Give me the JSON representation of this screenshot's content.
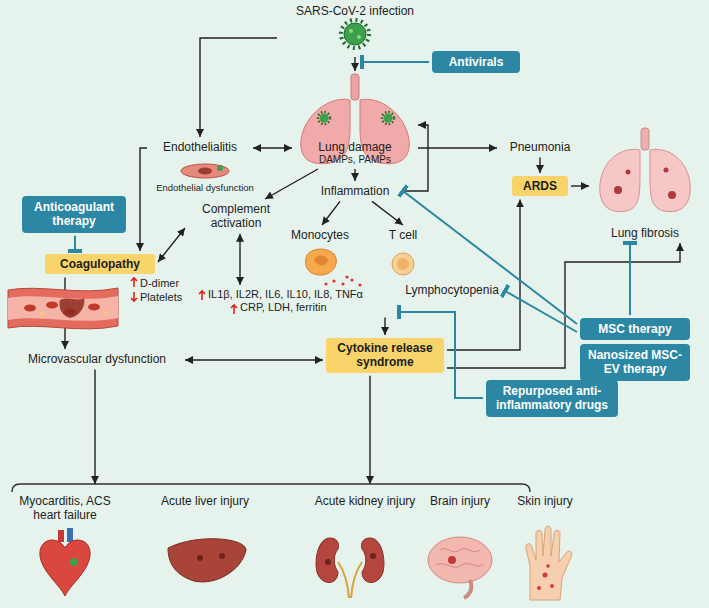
{
  "diagram": {
    "nodes": [
      {
        "text": [
          "SARS-CoV-2 infection"
        ]
      },
      {
        "text": [
          "Antivirals"
        ]
      },
      {
        "text": [
          "Lung damage",
          "DAMPs, PAMPs"
        ]
      },
      {
        "text": [
          "Endothelialitis"
        ]
      },
      {
        "text": [
          "Pneumonia"
        ]
      },
      {
        "text": [
          "ARDS"
        ]
      },
      {
        "text": [
          "Lung fibrosis"
        ]
      },
      {
        "text": [
          "Inflammation"
        ]
      },
      {
        "text": [
          "Complement activation"
        ]
      },
      {
        "text": [
          "Anticoagulant therapy"
        ]
      },
      {
        "text": [
          "Coagulopathy"
        ]
      },
      {
        "text": [
          "Monocytes"
        ]
      },
      {
        "text": [
          "T cell"
        ]
      },
      {
        "text": [
          "Lymphocytopenia"
        ]
      },
      {
        "text": [
          "IL1β, IL2R, IL6, IL10, IL8, TNFα",
          "CRP, LDH, ferritin"
        ]
      },
      {
        "text": [
          "Cytokine release syndrome"
        ]
      },
      {
        "text": [
          "Microvascular dysfunction"
        ]
      },
      {
        "text": [
          "MSC therapy"
        ]
      },
      {
        "text": [
          "Nanosized MSC-EV therapy"
        ]
      },
      {
        "text": [
          "Repurposed anti-inflammatory drugs"
        ]
      },
      {
        "text": [
          "Myocarditis, ACS heart failure"
        ]
      },
      {
        "text": [
          "Acute liver injury"
        ]
      },
      {
        "text": [
          "Acute kidney injury"
        ]
      },
      {
        "text": [
          "Brain injury"
        ]
      },
      {
        "text": [
          "Skin injury"
        ]
      }
    ],
    "edges": [
      {
        "from": 0,
        "to": 2,
        "arrow": "to"
      },
      {
        "from": 1,
        "to": 2,
        "arrow": "to"
      },
      {
        "from": 0,
        "to": 3,
        "arrow": "to"
      },
      {
        "from": 3,
        "to": 2,
        "arrow": "both"
      },
      {
        "from": 2,
        "to": 4,
        "arrow": "to"
      },
      {
        "from": 4,
        "to": 5,
        "arrow": "to"
      },
      {
        "from": 5,
        "to": 6,
        "arrow": "to"
      },
      {
        "from": 2,
        "to": 7,
        "arrow": "to"
      },
      {
        "from": 7,
        "to": 2,
        "arrow": "to"
      },
      {
        "from": 2,
        "to": 8,
        "arrow": "to"
      },
      {
        "from": 3,
        "to": 10,
        "arrow": "to"
      },
      {
        "from": 9,
        "to": 10,
        "arrow": "to"
      },
      {
        "from": 10,
        "to": 8,
        "arrow": "both"
      },
      {
        "from": 7,
        "to": 11,
        "arrow": "to"
      },
      {
        "from": 7,
        "to": 12,
        "arrow": "to"
      },
      {
        "from": 8,
        "to": 14,
        "arrow": "both"
      },
      {
        "from": 14,
        "to": 15,
        "arrow": "to"
      },
      {
        "from": 10,
        "to": 16,
        "arrow": "to"
      },
      {
        "from": 16,
        "to": 15,
        "arrow": "both"
      },
      {
        "from": 15,
        "to": 5,
        "arrow": "to"
      },
      {
        "from": 15,
        "to": 6,
        "arrow": "to"
      },
      {
        "from": 17,
        "to": 7,
        "arrow": "to"
      },
      {
        "from": 17,
        "to": 6,
        "arrow": "to"
      },
      {
        "from": 17,
        "to": 13,
        "arrow": "to"
      },
      {
        "from": 19,
        "to": 14,
        "arrow": "to"
      },
      {
        "from": 16,
        "to": 20,
        "arrow": "to"
      },
      {
        "from": 15,
        "to": 22,
        "arrow": "to"
      }
    ],
    "labels": [
      "Endothelial dysfunction",
      "D-dimer",
      "Platelets"
    ]
  }
}
